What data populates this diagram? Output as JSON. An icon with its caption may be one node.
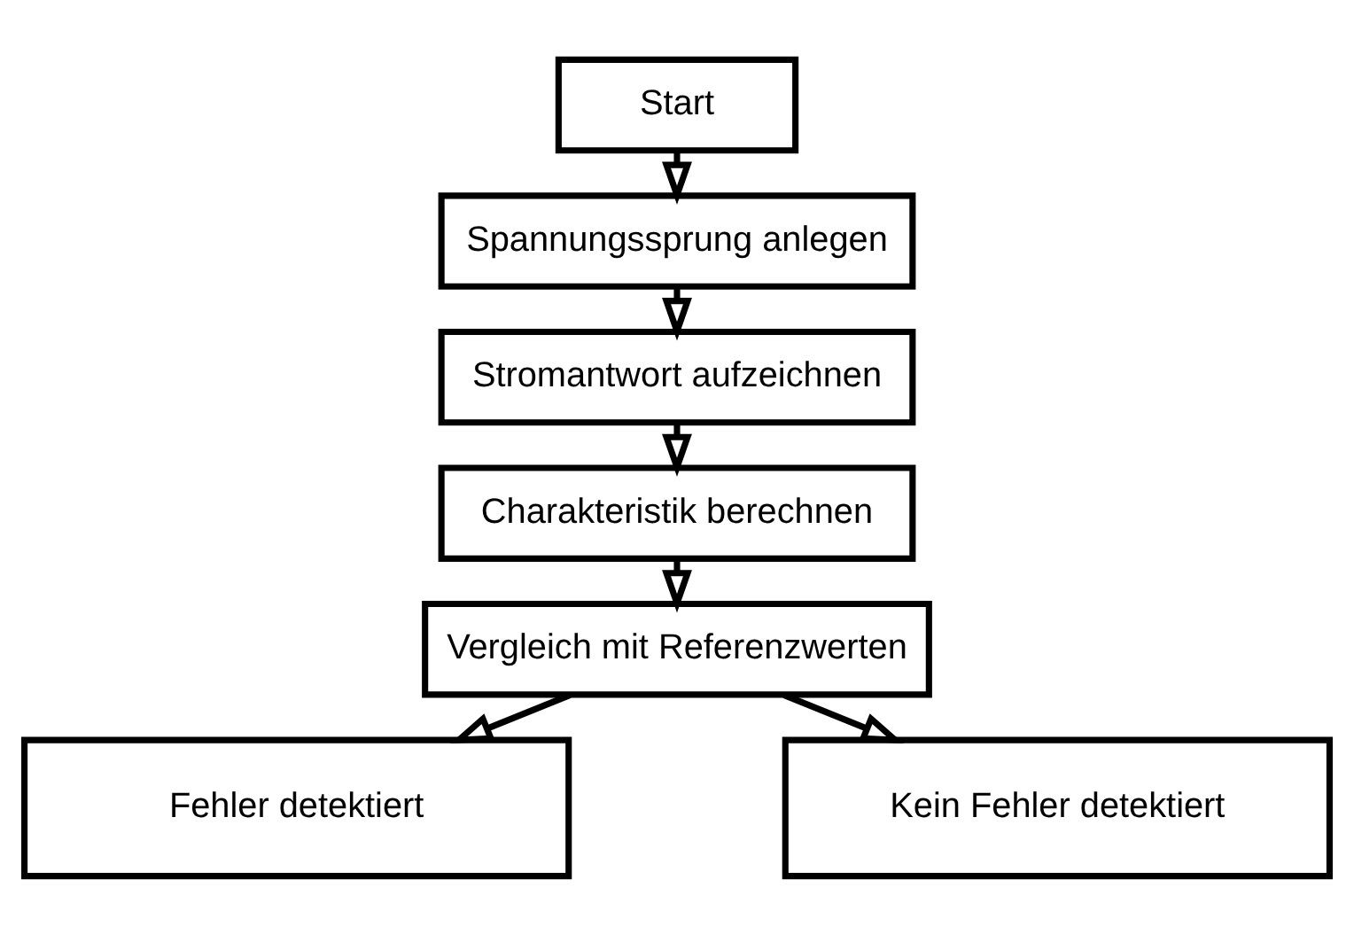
{
  "diagram": {
    "nodes": [
      {
        "text": [
          "Start"
        ]
      },
      {
        "text": [
          "Spannungssprung anlegen"
        ]
      },
      {
        "text": [
          "Stromantwort aufzeichnen"
        ]
      },
      {
        "text": [
          "Charakteristik berechnen"
        ]
      },
      {
        "text": [
          "Vergleich mit Referenzwerten"
        ]
      },
      {
        "text": [
          "Fehler detektiert"
        ]
      },
      {
        "text": [
          "Kein Fehler detektiert"
        ]
      }
    ],
    "edges": [
      {
        "from": 0,
        "to": 1,
        "arrow": "to"
      },
      {
        "from": 1,
        "to": 2,
        "arrow": "to"
      },
      {
        "from": 2,
        "to": 3,
        "arrow": "to"
      },
      {
        "from": 3,
        "to": 4,
        "arrow": "to"
      },
      {
        "from": 4,
        "to": 5,
        "arrow": "to"
      },
      {
        "from": 4,
        "to": 6,
        "arrow": "to"
      }
    ]
  }
}
